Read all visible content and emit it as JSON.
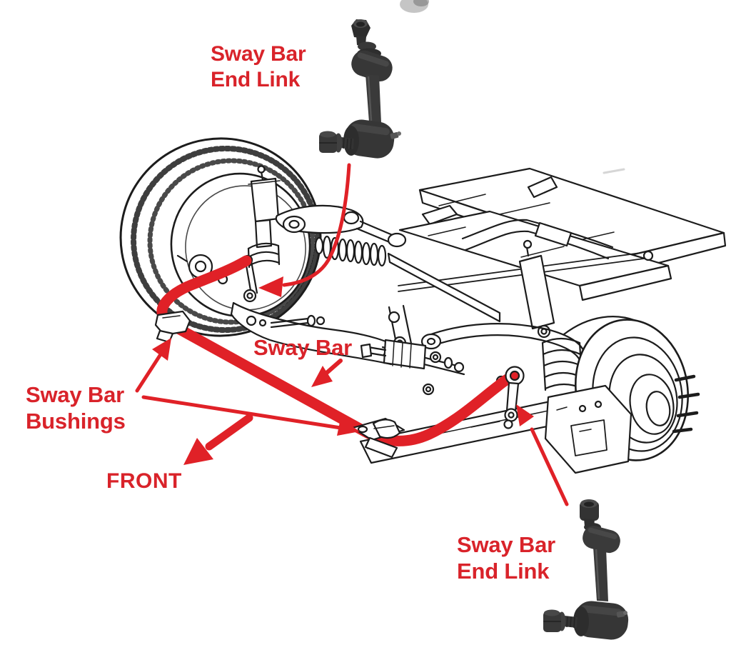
{
  "diagram": {
    "type": "labeled-parts-diagram",
    "subject": "Vehicle suspension line drawing with sway bar highlighted in red",
    "colors": {
      "label_red": "#d9232a",
      "highlight_red": "#e02127",
      "line_art": "#1c1c1c",
      "photo_part_dark": "#353535",
      "background": "#ffffff"
    },
    "labels": {
      "end_link_top": {
        "line1": "Sway Bar",
        "line2": "End Link"
      },
      "sway_bar": {
        "text": "Sway Bar"
      },
      "bushings": {
        "line1": "Sway Bar",
        "line2": "Bushings"
      },
      "front": {
        "text": "FRONT"
      },
      "end_link_bottom": {
        "line1": "Sway Bar",
        "line2": "End Link"
      }
    },
    "annotations": [
      {
        "text": "Sway Bar End Link",
        "points_to": "front end link in drawing",
        "arrow": "curved red arrow from top photo"
      },
      {
        "text": "Sway Bar",
        "points_to": "red highlighted bar",
        "arrow": "short red arrow"
      },
      {
        "text": "Sway Bar Bushings",
        "points_to": "left and center bushing brackets",
        "arrow": "two straight red arrows"
      },
      {
        "text": "FRONT",
        "points_to": "vehicle front direction",
        "arrow": "thick red arrow down-left"
      },
      {
        "text": "Sway Bar End Link",
        "points_to": "rear end link in drawing",
        "arrow": "straight red arrow from bottom photo"
      }
    ]
  }
}
